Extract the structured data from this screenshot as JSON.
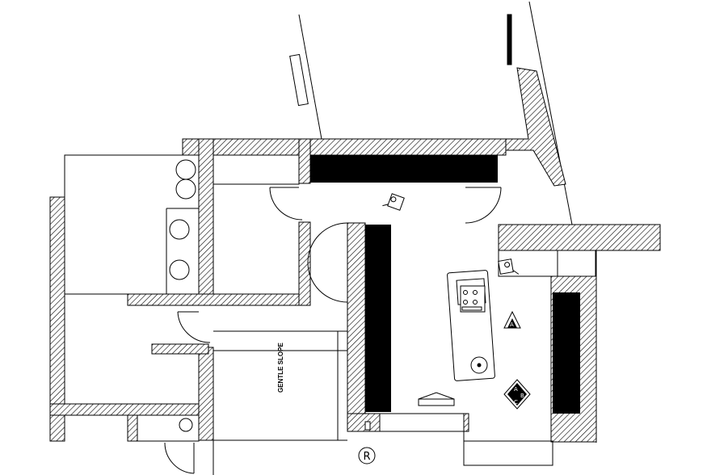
{
  "drawing": {
    "type": "architectural floor plan",
    "style": "black line drawing on white with hatched walls",
    "colors": {
      "line": "#000000",
      "background": "#ffffff",
      "wall_hatch": "#000000"
    }
  },
  "annotations": {
    "slope_note": "GENTLE SLOPE",
    "grid_marker": "R"
  },
  "symbols": {
    "equipment_markers": [
      {
        "name": "triangle-marker",
        "letters": [
          "A"
        ]
      },
      {
        "name": "diamond-marker",
        "letters": [
          "A",
          "B",
          "C"
        ]
      }
    ]
  }
}
